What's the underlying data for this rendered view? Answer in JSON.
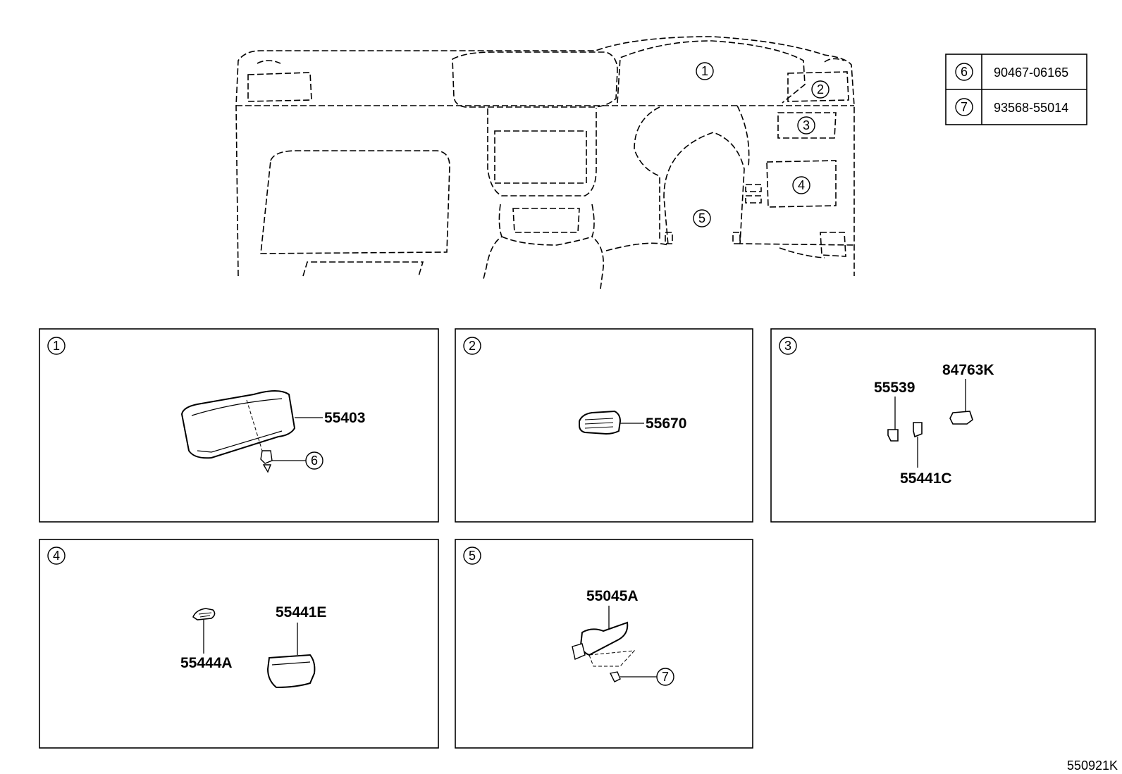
{
  "legend": {
    "rows": [
      {
        "ref": "6",
        "part": "90467-06165"
      },
      {
        "ref": "7",
        "part": "93568-55014"
      }
    ]
  },
  "overview_callouts": [
    "1",
    "2",
    "3",
    "4",
    "5"
  ],
  "panels": [
    {
      "ref": "1",
      "parts": [
        "55403"
      ],
      "fastener_ref": "6"
    },
    {
      "ref": "2",
      "parts": [
        "55670"
      ]
    },
    {
      "ref": "3",
      "parts": [
        "84763K",
        "55539",
        "55441C"
      ]
    },
    {
      "ref": "4",
      "parts": [
        "55441E",
        "55444A"
      ]
    },
    {
      "ref": "5",
      "parts": [
        "55045A"
      ],
      "fastener_ref": "7"
    }
  ],
  "diagram_code": "550921K"
}
